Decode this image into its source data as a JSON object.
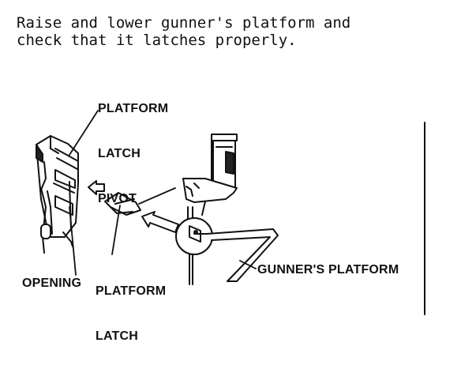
{
  "instruction": {
    "line1": "Raise and lower gunner's platform and",
    "line2": "check that it latches properly."
  },
  "labels": {
    "platform_latch_pivot": [
      "PLATFORM",
      "LATCH",
      "PIVOT"
    ],
    "platform_latch": [
      "PLATFORM",
      "LATCH"
    ],
    "opening": "OPENING",
    "gunners_platform": "GUNNER'S PLATFORM"
  }
}
